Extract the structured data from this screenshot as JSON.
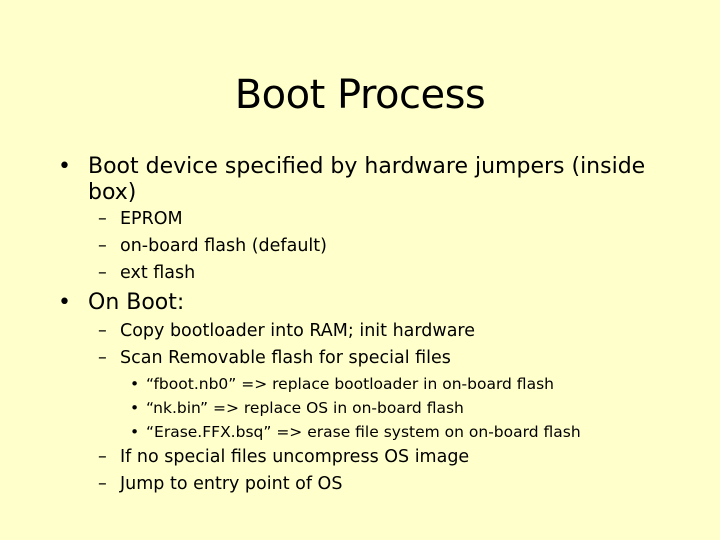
{
  "slide": {
    "title": "Boot Process",
    "bullets": [
      {
        "text": "Boot device specified by hardware jumpers (inside",
        "continuation": "box)",
        "subitems": [
          {
            "text": "EPROM"
          },
          {
            "text": "on-board flash (default)"
          },
          {
            "text": "ext flash"
          }
        ]
      },
      {
        "text": "On Boot:",
        "subitems": [
          {
            "text": "Copy bootloader into RAM; init hardware"
          },
          {
            "text": "Scan Removable flash for special files",
            "subitems": [
              {
                "text": "“fboot.nb0”  => replace bootloader in on-board flash"
              },
              {
                "text": "“nk.bin” => replace OS in on-board flash"
              },
              {
                "text": "“Erase.FFX.bsq” => erase file system on on-board flash"
              }
            ]
          },
          {
            "text": "If no special files uncompress OS image"
          },
          {
            "text": "Jump to entry point of OS"
          }
        ]
      }
    ],
    "markers": {
      "level1": "•",
      "level2": "–",
      "level3": "•"
    }
  }
}
